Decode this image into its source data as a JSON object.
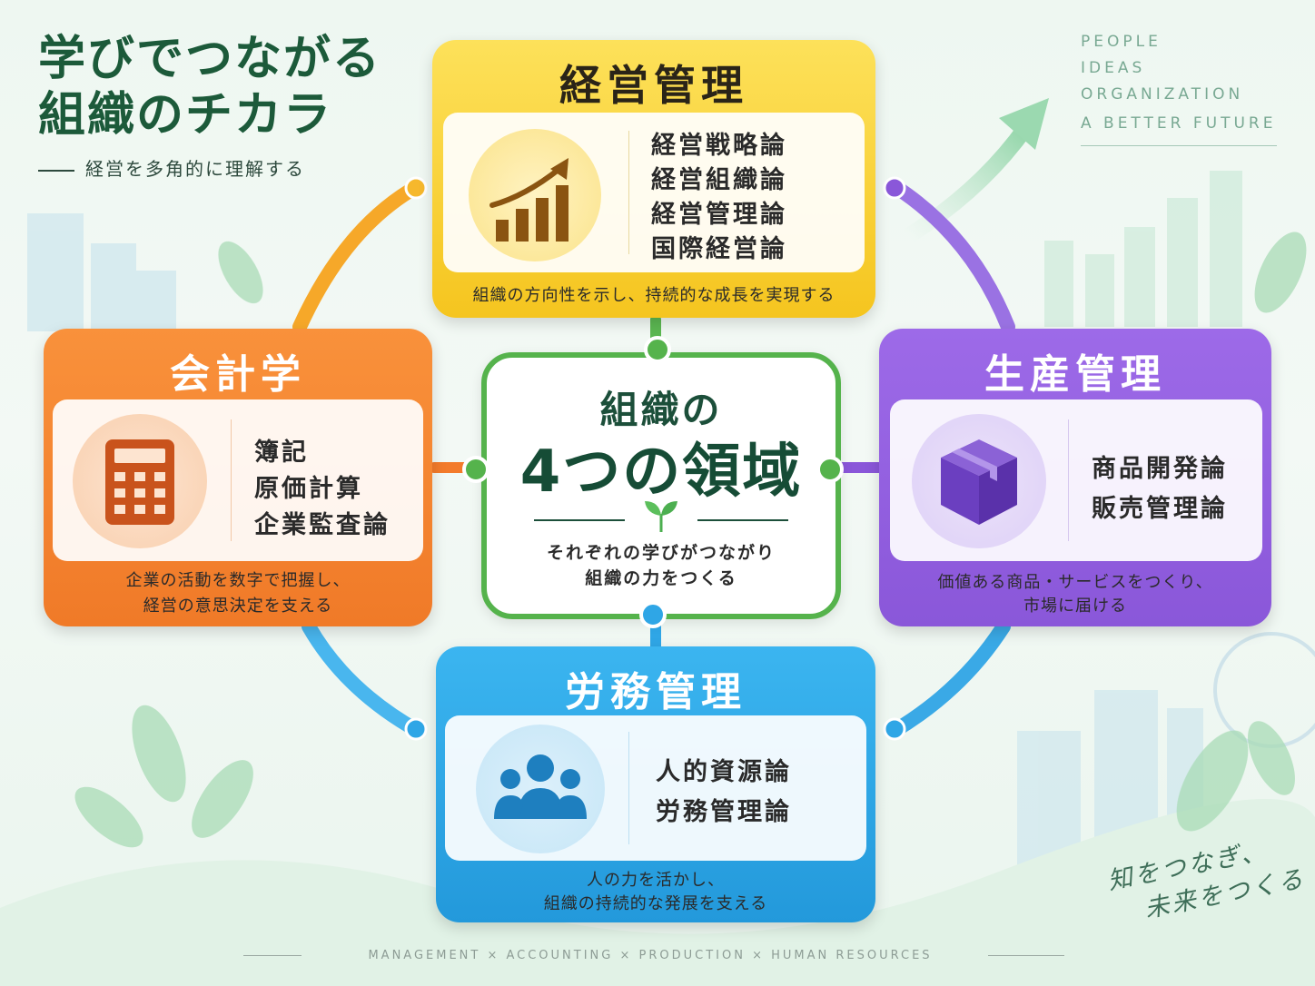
{
  "title": {
    "line1": "学びでつながる",
    "line2": "組織のチカラ"
  },
  "subtitle": "経営を多角的に理解する",
  "taglines": [
    "PEOPLE",
    "IDEAS",
    "ORGANIZATION",
    "A BETTER FUTURE"
  ],
  "center": {
    "line1": "組織の",
    "line2": "4つの領域",
    "desc1": "それぞれの学びがつながり",
    "desc2": "組織の力をつくる",
    "icon": "sprout-icon"
  },
  "cards": {
    "management": {
      "title": "経営管理",
      "items": [
        "経営戦略論",
        "経営組織論",
        "経営管理論",
        "国際経営論"
      ],
      "desc": [
        "組織の方向性を示し、持続的な成長を実現する"
      ],
      "icon": "growth-chart-icon",
      "color": "#f7c928"
    },
    "accounting": {
      "title": "会計学",
      "items": [
        "簿記",
        "原価計算",
        "企業監査論"
      ],
      "desc": [
        "企業の活動を数字で把握し、",
        "経営の意思決定を支える"
      ],
      "icon": "calculator-icon",
      "color": "#f37b2b"
    },
    "production": {
      "title": "生産管理",
      "items": [
        "商品開発論",
        "販売管理論"
      ],
      "desc": [
        "価値ある商品・サービスをつくり、",
        "市場に届ける"
      ],
      "icon": "box-icon",
      "color": "#8a57d9"
    },
    "labor": {
      "title": "労務管理",
      "items": [
        "人的資源論",
        "労務管理論"
      ],
      "desc": [
        "人の力を活かし、",
        "組織の持続的な発展を支える"
      ],
      "icon": "people-icon",
      "color": "#2fa6e6"
    }
  },
  "footer": "MANAGEMENT × ACCOUNTING × PRODUCTION × HUMAN RESOURCES",
  "slogan": {
    "line1": "知をつなぎ、",
    "line2": "未来をつくる"
  }
}
